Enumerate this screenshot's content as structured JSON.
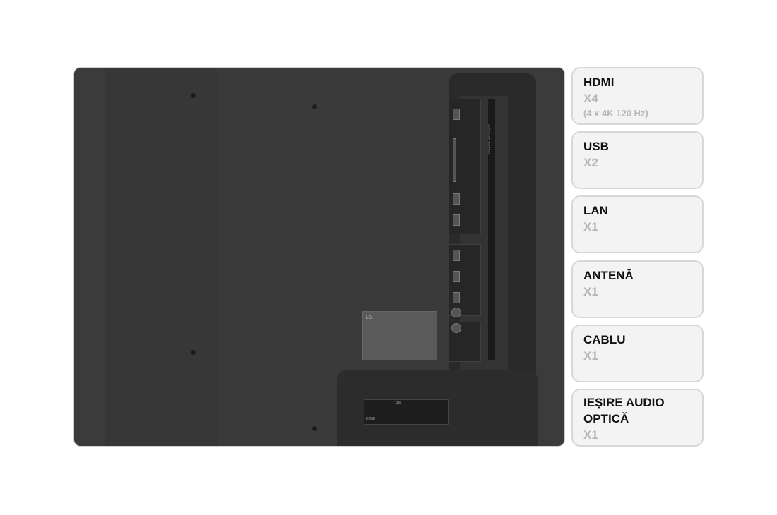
{
  "specs": [
    {
      "title": "HDMI",
      "value": "X4",
      "note": "(4 x 4K 120 Hz)"
    },
    {
      "title": "USB",
      "value": "X2"
    },
    {
      "title": "LAN",
      "value": "X1"
    },
    {
      "title": "ANTENĂ",
      "value": "X1"
    },
    {
      "title": "CABLU",
      "value": "X1"
    },
    {
      "title": "IEȘIRE AUDIO OPTICĂ",
      "value": "X1"
    }
  ],
  "photo": {
    "bottom_label": "LAN",
    "logo": "LG",
    "port_strip_text": "COMMON INTERFACE",
    "hdmi_logo": "HDMI"
  }
}
